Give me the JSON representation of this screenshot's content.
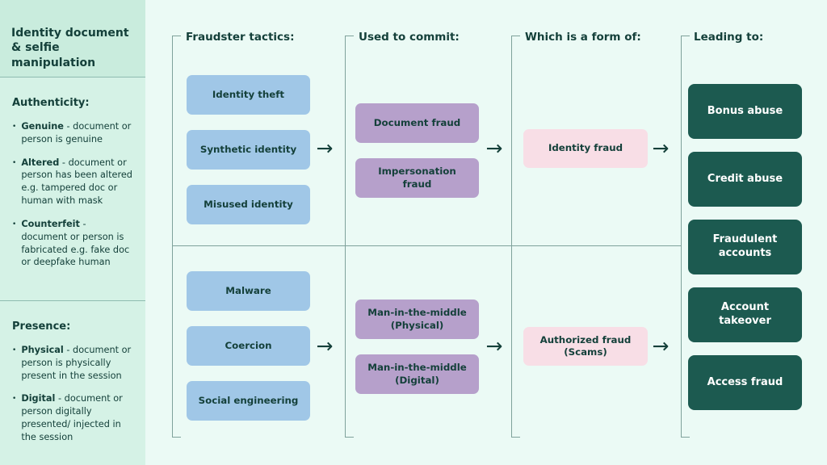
{
  "sidebar": {
    "title": "Identity document & selfie manipulation",
    "sections": [
      {
        "heading": "Authenticity:",
        "bullets": [
          {
            "term": "Genuine",
            "text": "- document or person is genuine"
          },
          {
            "term": "Altered",
            "text": "- document or person has been altered e.g. tampered doc or human with mask"
          },
          {
            "term": "Counterfeit",
            "text": "- document or person is fabricated e.g. fake doc or deepfake human"
          }
        ]
      },
      {
        "heading": "Presence:",
        "bullets": [
          {
            "term": "Physical",
            "text": "- document or person is physically present in the session"
          },
          {
            "term": "Digital",
            "text": "- document or person digitally presented/ injected in the session"
          }
        ]
      }
    ]
  },
  "columns": [
    {
      "header": "Fraudster tactics:"
    },
    {
      "header": "Used to commit:"
    },
    {
      "header": "Which is a form of:"
    },
    {
      "header": "Leading to:"
    }
  ],
  "flow": {
    "arrow": "→",
    "top": {
      "tactics": [
        "Identity theft",
        "Synthetic identity",
        "Misused identity"
      ],
      "commit": [
        "Document fraud",
        "Impersonation fraud"
      ],
      "form_of": "Identity fraud"
    },
    "bottom": {
      "tactics": [
        "Malware",
        "Coercion",
        "Social engineering"
      ],
      "commit": [
        "Man-in-the-middle (Physical)",
        "Man-in-the-middle (Digital)"
      ],
      "form_of": "Authorized fraud (Scams)"
    },
    "leading_to": [
      "Bonus abuse",
      "Credit abuse",
      "Fraudulent accounts",
      "Account takeover",
      "Access fraud"
    ]
  },
  "colors": {
    "background": "#ebfaf5",
    "sidebar_bg": "#d5f2e6",
    "sidebar_title_bg": "#c9ecdd",
    "tactic_blue": "#a0c7e7",
    "commit_purple": "#b6a0cb",
    "form_pink": "#f8dee6",
    "leading_green": "#1c5a50",
    "text_dark": "#14403a",
    "line_color": "#7fa29b",
    "divider_color": "#8fbcb0"
  }
}
